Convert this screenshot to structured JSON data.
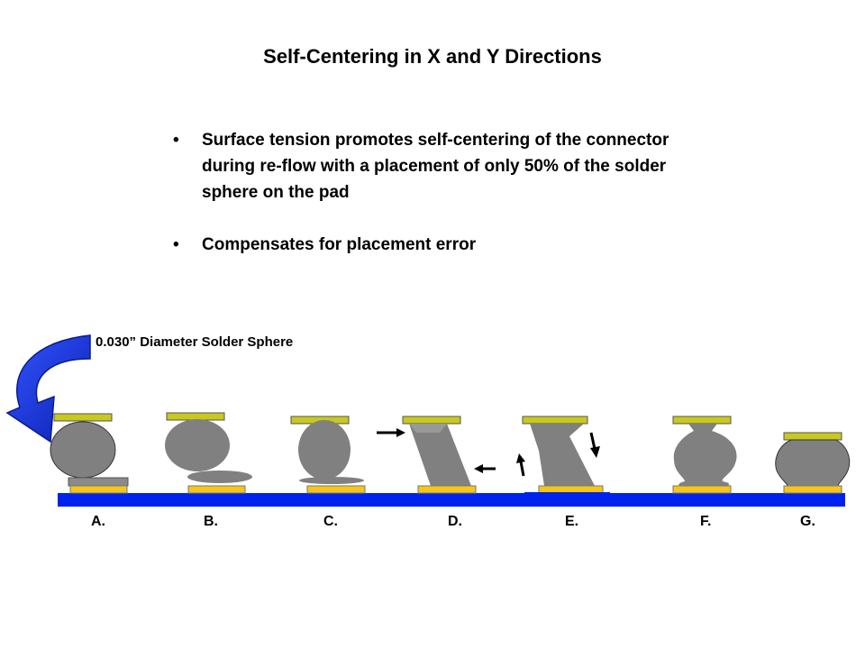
{
  "title": "Self-Centering in X and Y Directions",
  "bullets": [
    {
      "symbol": "•",
      "text": "Surface tension promotes self-centering of the connector during re-flow with a placement of only 50%  of the solder sphere on the pad"
    },
    {
      "symbol": "•",
      "text": "Compensates for placement error"
    }
  ],
  "callout_label": "0.030” Diameter Solder Sphere",
  "steps": [
    "A.",
    "B.",
    "C.",
    "D.",
    "E.",
    "F.",
    "G."
  ],
  "colors": {
    "board": "#0022ee",
    "pad": "#f5c518",
    "contact": "#c8c820",
    "solder": "#808080",
    "arrow_blue": "#1133dd"
  }
}
